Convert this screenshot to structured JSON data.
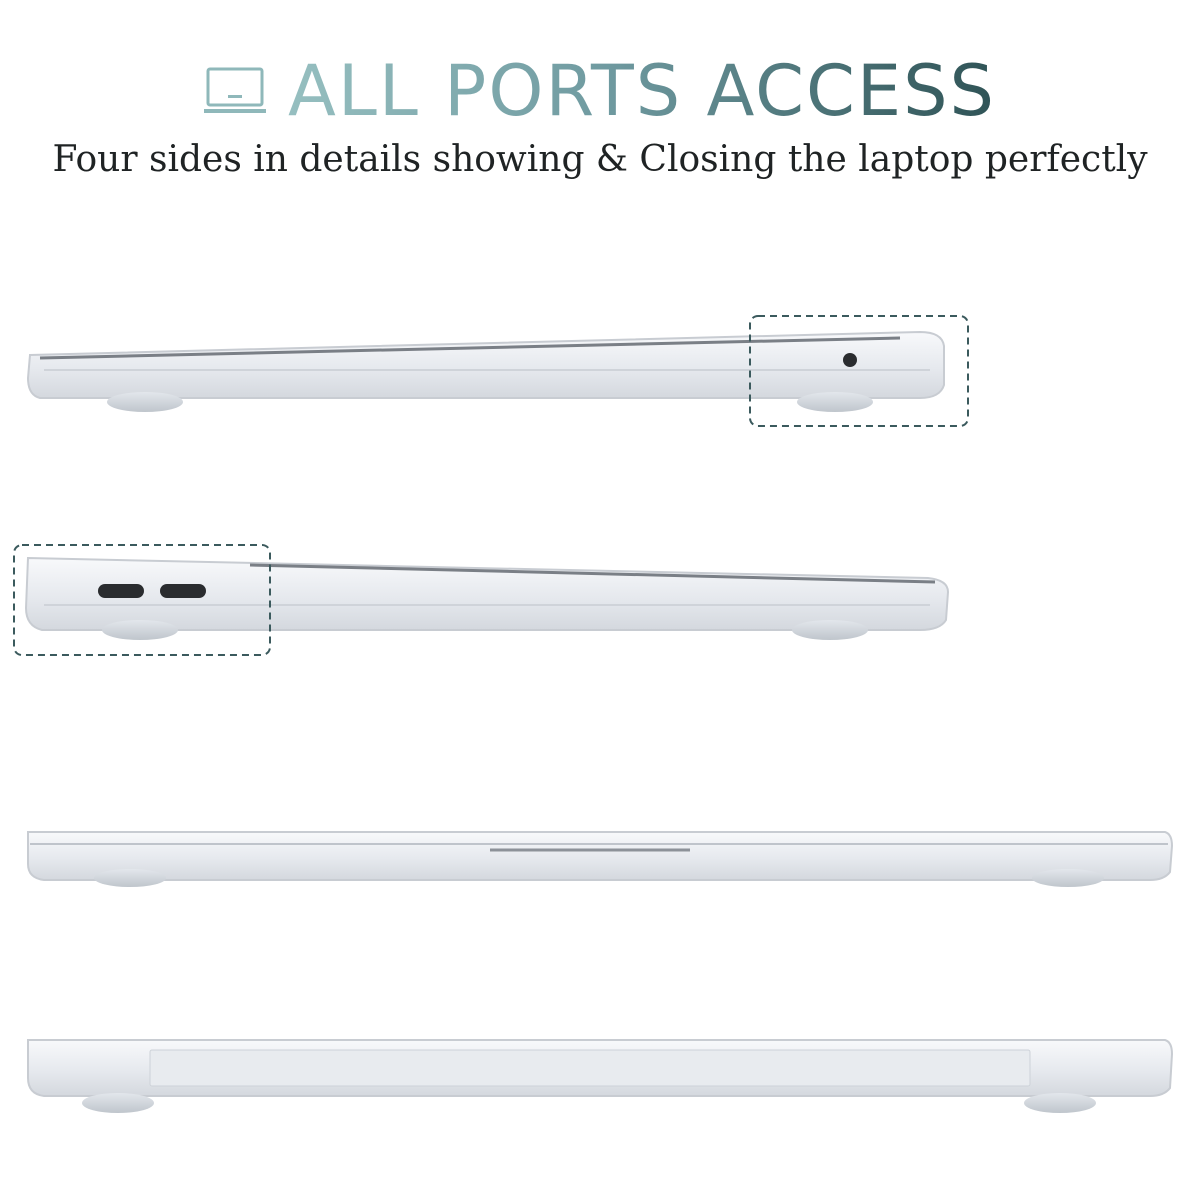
{
  "header": {
    "title": "ALL PORTS ACCESS",
    "subtitle": "Four sides in details showing & Closing the laptop perfectly",
    "icon": "laptop-icon"
  },
  "colors": {
    "title_gradient_start": "#96bfc0",
    "title_gradient_end": "#2f5356",
    "subtitle": "#1f2324",
    "highlight_box": "#3b5a5d",
    "case_clear": "#e7eaee"
  },
  "views": [
    {
      "name": "right-side-view",
      "highlight": "headphone-jack"
    },
    {
      "name": "left-side-view",
      "highlight": "usb-c-ports"
    },
    {
      "name": "front-view"
    },
    {
      "name": "back-view"
    }
  ]
}
